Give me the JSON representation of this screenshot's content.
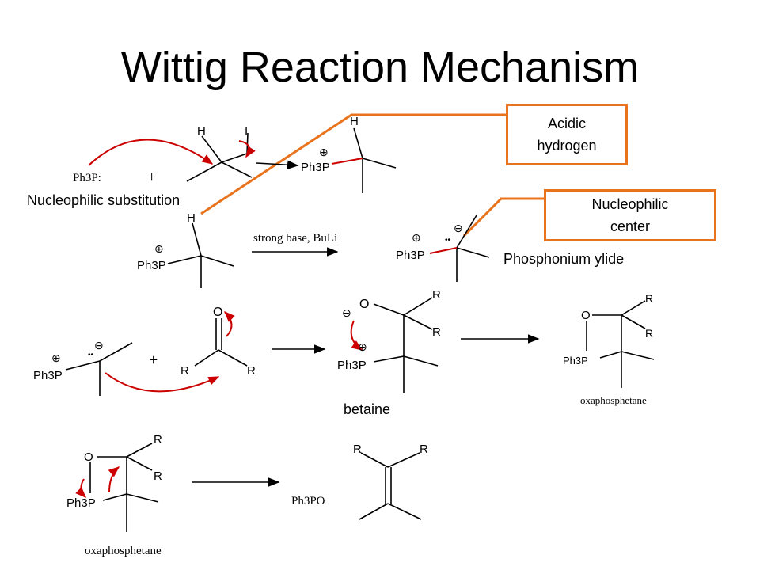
{
  "title": "Wittig Reaction Mechanism",
  "colors": {
    "bond": "#000000",
    "red": "#cc0000",
    "callout": "#e8731c"
  },
  "callouts": {
    "acidic_hydrogen": "Acidic\nhydrogen",
    "nucleophilic_center": "Nucleophilic\ncenter"
  },
  "labels": {
    "nucleophilic_substitution": "Nucleophilic  substitution",
    "phosphonium_ylide": "Phosphonium  ylide",
    "betaine": "betaine",
    "oxaphosphetane": "oxaphosphetane",
    "strong_base": "strong base, BuLi",
    "plus": "+",
    "ph3p_colon": "Ph3P:",
    "ph3p": "Ph3P",
    "ph3po": "Ph3PO",
    "plus_charge": "⊕",
    "minus_charge": "⊖",
    "lone_pair": "••",
    "atom_H": "H",
    "atom_I": "I",
    "atom_O": "O",
    "atom_R": "R"
  }
}
